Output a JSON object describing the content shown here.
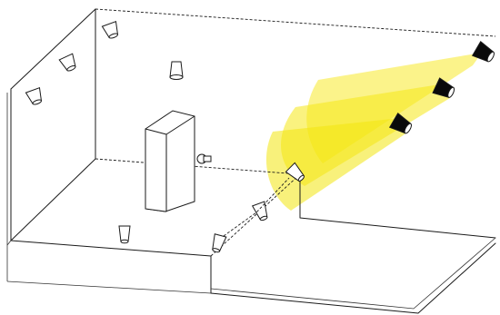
{
  "colors": {
    "beam": "#f5e816",
    "light_active": "#0a0a0a",
    "line": "#1a1a1a",
    "background": "#ffffff"
  },
  "scene": {
    "lights": [
      {
        "id": "ceiling-light-1",
        "state": "off"
      },
      {
        "id": "ceiling-light-2",
        "state": "off"
      },
      {
        "id": "ceiling-light-3",
        "state": "off"
      },
      {
        "id": "ceiling-light-4",
        "state": "off"
      },
      {
        "id": "floor-light-1",
        "state": "off"
      },
      {
        "id": "floor-light-2",
        "state": "off"
      },
      {
        "id": "floor-light-3",
        "state": "off"
      },
      {
        "id": "floor-light-4",
        "state": "off"
      },
      {
        "id": "track-light-1",
        "state": "on"
      },
      {
        "id": "track-light-2",
        "state": "on"
      },
      {
        "id": "track-light-3",
        "state": "on"
      }
    ]
  }
}
